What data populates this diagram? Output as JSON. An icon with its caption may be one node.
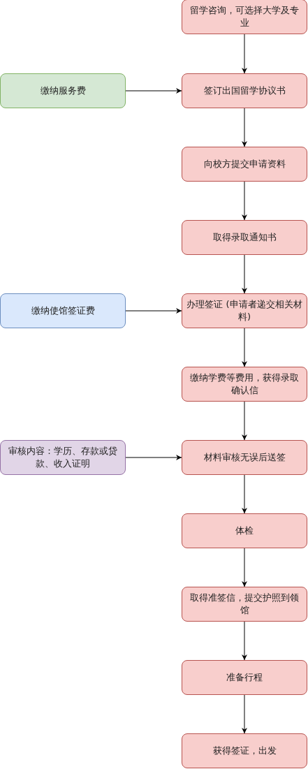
{
  "diagram": {
    "nodes": [
      {
        "text": [
          "留学咨询，可选择大学及专业"
        ]
      },
      {
        "text": [
          "缴纳服务费"
        ]
      },
      {
        "text": [
          "签订出国留学协议书"
        ]
      },
      {
        "text": [
          "向校方提交申请资料"
        ]
      },
      {
        "text": [
          "取得录取通知书"
        ]
      },
      {
        "text": [
          "缴纳使馆签证费"
        ]
      },
      {
        "text": [
          "办理签证 (申请者递交相关材料)"
        ]
      },
      {
        "text": [
          "缴纳学费等费用，获得录取确认信"
        ]
      },
      {
        "text": [
          "审核内容：学历、存款或贷款、收入证明"
        ]
      },
      {
        "text": [
          "材料审核无误后送签"
        ]
      },
      {
        "text": [
          "体检"
        ]
      },
      {
        "text": [
          "取得准签信，提交护照到领馆"
        ]
      },
      {
        "text": [
          "准备行程"
        ]
      },
      {
        "text": [
          "获得签证，出发"
        ]
      }
    ],
    "edges": [
      {
        "from": 0,
        "to": 2,
        "arrow": "to"
      },
      {
        "from": 1,
        "to": 2,
        "arrow": "to"
      },
      {
        "from": 2,
        "to": 3,
        "arrow": "to"
      },
      {
        "from": 3,
        "to": 4,
        "arrow": "to"
      },
      {
        "from": 4,
        "to": 6,
        "arrow": "to"
      },
      {
        "from": 5,
        "to": 6,
        "arrow": "to"
      },
      {
        "from": 6,
        "to": 7,
        "arrow": "to"
      },
      {
        "from": 7,
        "to": 9,
        "arrow": "to"
      },
      {
        "from": 8,
        "to": 9,
        "arrow": "to"
      },
      {
        "from": 9,
        "to": 10,
        "arrow": "to"
      },
      {
        "from": 10,
        "to": 11,
        "arrow": "to"
      },
      {
        "from": 11,
        "to": 12,
        "arrow": "to"
      },
      {
        "from": 12,
        "to": 13,
        "arrow": "to"
      }
    ]
  }
}
